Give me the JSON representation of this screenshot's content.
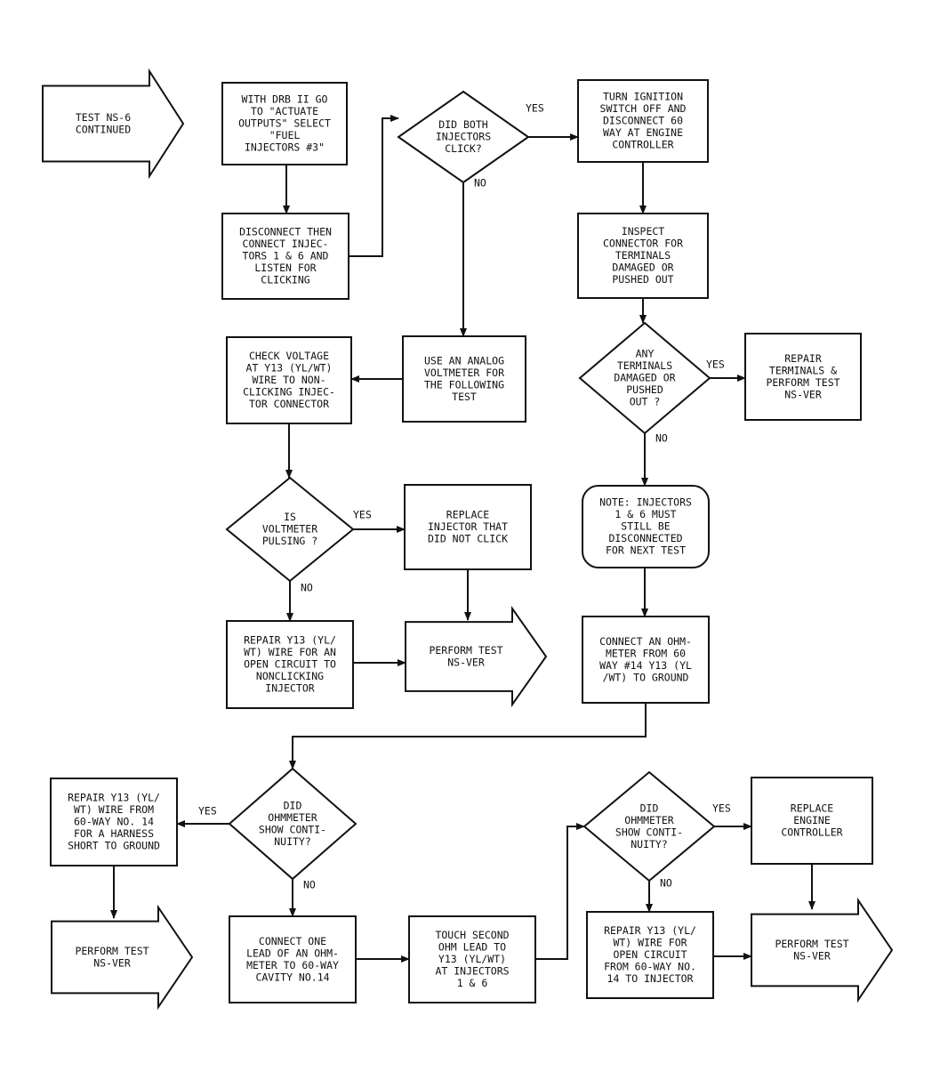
{
  "nodes": {
    "n1": [
      "TEST NS-6",
      "CONTINUED"
    ],
    "n2": [
      "WITH DRB II GO",
      "TO \"ACTUATE",
      "OUTPUTS\" SELECT",
      "\"FUEL",
      "INJECTORS #3\""
    ],
    "n3": [
      "DISCONNECT THEN",
      "CONNECT INJEC-",
      "TORS 1 & 6 AND",
      "LISTEN FOR",
      "CLICKING"
    ],
    "n4": [
      "DID BOTH",
      "INJECTORS",
      "CLICK?"
    ],
    "n5": [
      "TURN IGNITION",
      "SWITCH OFF AND",
      "DISCONNECT 60",
      "WAY AT ENGINE",
      "CONTROLLER"
    ],
    "n6": [
      "INSPECT",
      "CONNECTOR FOR",
      "TERMINALS",
      "DAMAGED OR",
      "PUSHED OUT"
    ],
    "n7": [
      "ANY",
      "TERMINALS",
      "DAMAGED OR",
      "PUSHED",
      "OUT ?"
    ],
    "n8": [
      "REPAIR",
      "TERMINALS &",
      "PERFORM TEST",
      "NS-VER"
    ],
    "n9": [
      "USE AN ANALOG",
      "VOLTMETER FOR",
      "THE FOLLOWING",
      "TEST"
    ],
    "n10": [
      "CHECK VOLTAGE",
      "AT Y13 (YL/WT)",
      "WIRE TO NON-",
      "CLICKING INJEC-",
      "TOR CONNECTOR"
    ],
    "n11": [
      "IS",
      "VOLTMETER",
      "PULSING ?"
    ],
    "n12": [
      "REPLACE",
      "INJECTOR THAT",
      "DID NOT CLICK"
    ],
    "n13": [
      "REPAIR Y13 (YL/",
      "WT) WIRE FOR AN",
      "OPEN CIRCUIT TO",
      "NONCLICKING",
      "INJECTOR"
    ],
    "n14": [
      "PERFORM TEST",
      "NS-VER"
    ],
    "n15": [
      "NOTE: INJECTORS",
      "1 & 6 MUST",
      "STILL BE",
      "DISCONNECTED",
      "FOR NEXT TEST"
    ],
    "n16": [
      "CONNECT AN OHM-",
      "METER FROM 60",
      "WAY #14 Y13 (YL",
      "/WT) TO GROUND"
    ],
    "n17": [
      "DID",
      "OHMMETER",
      "SHOW CONTI-",
      "NUITY?"
    ],
    "n18": [
      "REPAIR Y13 (YL/",
      "WT) WIRE FROM",
      "60-WAY NO. 14",
      "FOR A HARNESS",
      "SHORT TO GROUND"
    ],
    "n19": [
      "PERFORM TEST",
      "NS-VER"
    ],
    "n20": [
      "CONNECT ONE",
      "LEAD OF AN OHM-",
      "METER TO 60-WAY",
      "CAVITY NO.14"
    ],
    "n21": [
      "TOUCH SECOND",
      "OHM LEAD TO",
      "Y13 (YL/WT)",
      "AT INJECTORS",
      "1 & 6"
    ],
    "n22": [
      "DID",
      "OHMMETER",
      "SHOW CONTI-",
      "NUITY?"
    ],
    "n23": [
      "REPLACE",
      "ENGINE",
      "CONTROLLER"
    ],
    "n24": [
      "REPAIR Y13 (YL/",
      "WT) WIRE FOR",
      "OPEN CIRCUIT",
      "FROM 60-WAY NO.",
      "14 TO INJECTOR"
    ],
    "n25": [
      "PERFORM TEST",
      "NS-VER"
    ]
  },
  "labels": {
    "yes": "YES",
    "no": "NO"
  },
  "colors": {
    "ink": "#111111",
    "paper": "#ffffff"
  }
}
